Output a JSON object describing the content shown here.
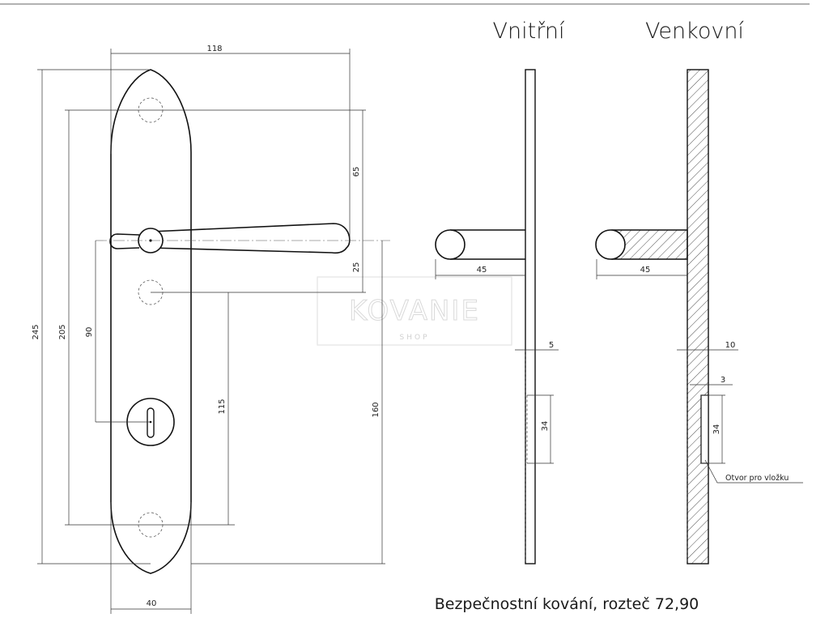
{
  "headings": {
    "inner": "Vnitřní",
    "outer": "Venkovní"
  },
  "caption": "Bezpečnostní kování, rozteč 72,90",
  "watermark": {
    "main": "KOVANIE",
    "sub": "SHOP"
  },
  "dimensions": {
    "plate_width": "118",
    "plate_height": "245",
    "screw_spacing": "205",
    "handle_to_key": "90",
    "handle_offset": "65",
    "handle_to_screw": "25",
    "key_to_screw": "115",
    "handle_to_bottom": "160",
    "plate_bottom_width": "40",
    "inner_depth": "45",
    "inner_thickness": "5",
    "inner_cylinder": "34",
    "outer_depth": "45",
    "outer_thickness": "10",
    "outer_recess": "3",
    "outer_cylinder": "34"
  },
  "notes": {
    "cylinder_hole": "Otvor pro vložku"
  }
}
